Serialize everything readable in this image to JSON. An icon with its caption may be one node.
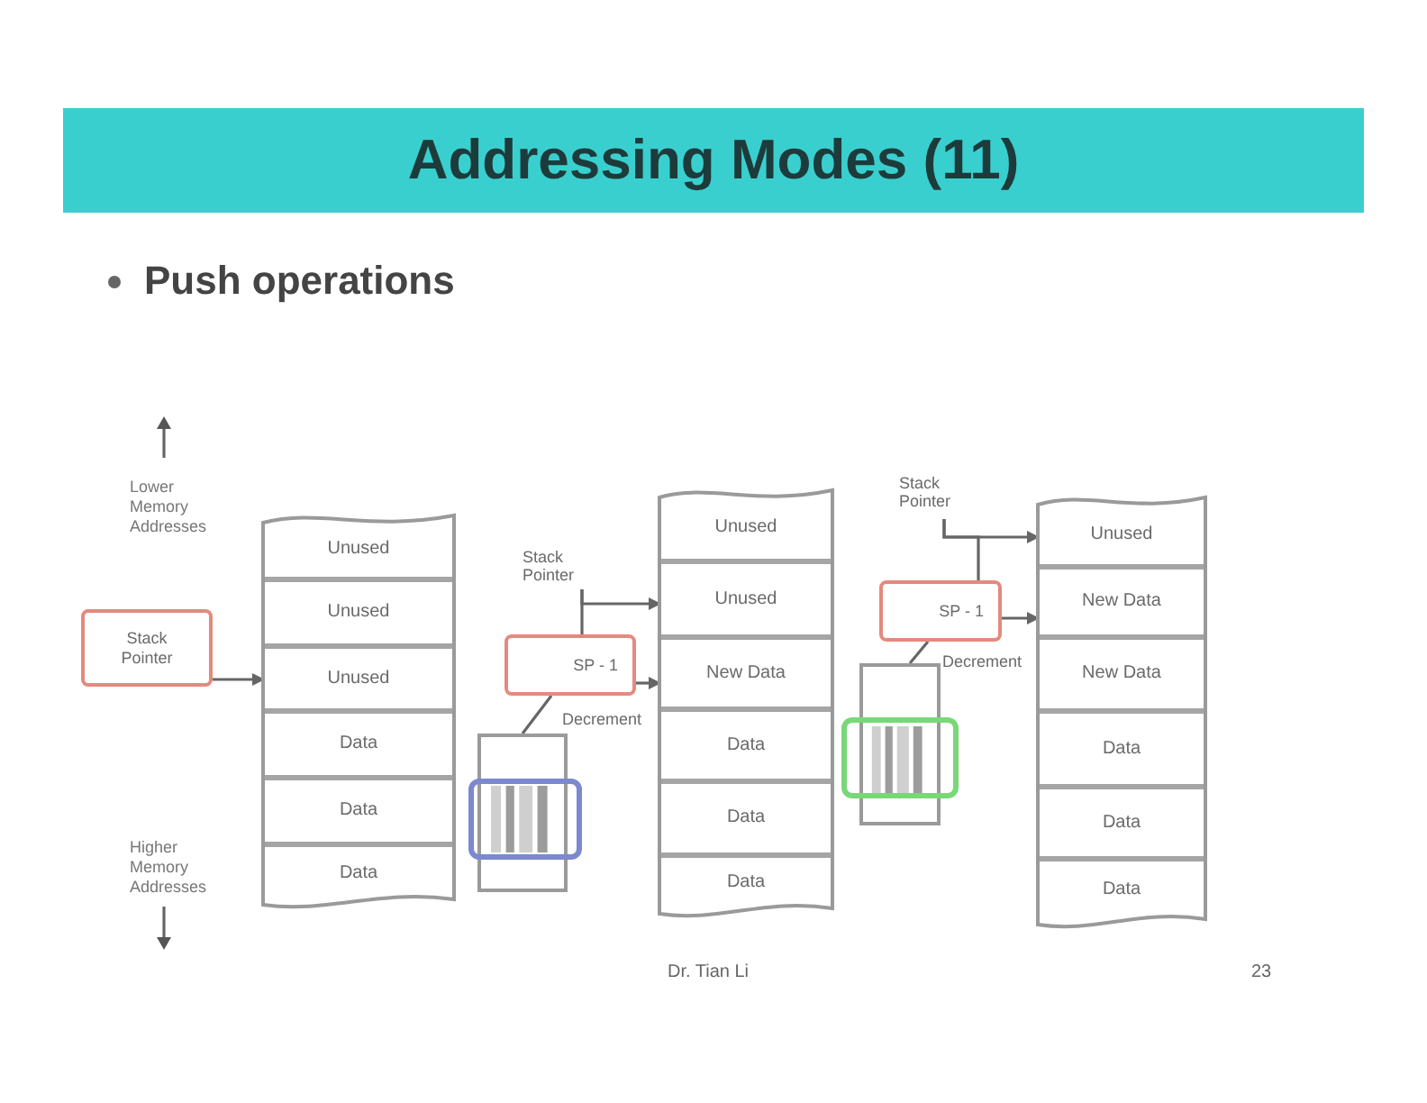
{
  "diagram": {
    "title": "Addressing Modes (11)",
    "nodes": [
      {
        "text": [
          "Stack Pointer"
        ]
      },
      {
        "text": [],
        "shape": "box"
      },
      {
        "text": [
          "Unused"
        ],
        "in": 1
      },
      {
        "text": [
          "Unused"
        ],
        "in": 1
      },
      {
        "text": [
          "Unused"
        ],
        "in": 1
      },
      {
        "text": [
          "Data"
        ],
        "in": 1
      },
      {
        "text": [
          "Data"
        ],
        "in": 1
      },
      {
        "text": [
          "Data"
        ],
        "in": 1
      },
      {
        "text": [
          "Stack Pointer"
        ]
      },
      {
        "text": [
          "SP - 1"
        ]
      },
      {
        "text": [],
        "shape": "box"
      },
      {
        "text": [],
        "shape": "box"
      },
      {
        "text": [],
        "shape": "box"
      },
      {
        "text": [
          "Unused"
        ],
        "in": 12
      },
      {
        "text": [
          "Unused"
        ],
        "in": 12
      },
      {
        "text": [
          "New Data"
        ],
        "in": 12
      },
      {
        "text": [
          "Data"
        ],
        "in": 12
      },
      {
        "text": [
          "Data"
        ],
        "in": 12
      },
      {
        "text": [
          "Data"
        ],
        "in": 12
      },
      {
        "text": [
          "Stack Pointer"
        ]
      },
      {
        "text": [
          "SP - 1"
        ]
      },
      {
        "text": [],
        "shape": "box"
      },
      {
        "text": [],
        "shape": "box"
      },
      {
        "text": [],
        "shape": "box"
      },
      {
        "text": [
          "Unused"
        ],
        "in": 23
      },
      {
        "text": [
          "New Data"
        ],
        "in": 23
      },
      {
        "text": [
          "New Data"
        ],
        "in": 23
      },
      {
        "text": [
          "Data"
        ],
        "in": 23
      },
      {
        "text": [
          "Data"
        ],
        "in": 23
      },
      {
        "text": [
          "Data"
        ],
        "in": 23
      }
    ],
    "edges": [
      {
        "from": 0,
        "to": 4,
        "arrow": "to"
      },
      {
        "from": 8,
        "to": 14,
        "arrow": "to"
      },
      {
        "from": 8,
        "to": 9,
        "arrow": "none"
      },
      {
        "from": 9,
        "to": 15,
        "arrow": "to"
      },
      {
        "from": 10,
        "to": 9,
        "arrow": "none",
        "label": "Decrement"
      },
      {
        "from": 19,
        "to": 24,
        "arrow": "to"
      },
      {
        "from": 19,
        "to": 20,
        "arrow": "none"
      },
      {
        "from": 20,
        "to": 25,
        "arrow": "to"
      },
      {
        "from": 21,
        "to": 20,
        "arrow": "none",
        "label": "Decrement"
      }
    ],
    "labels": [
      "Push operations",
      "Lower Memory Addresses",
      "Higher Memory Addresses",
      "Dr. Tian Li",
      "23"
    ]
  }
}
